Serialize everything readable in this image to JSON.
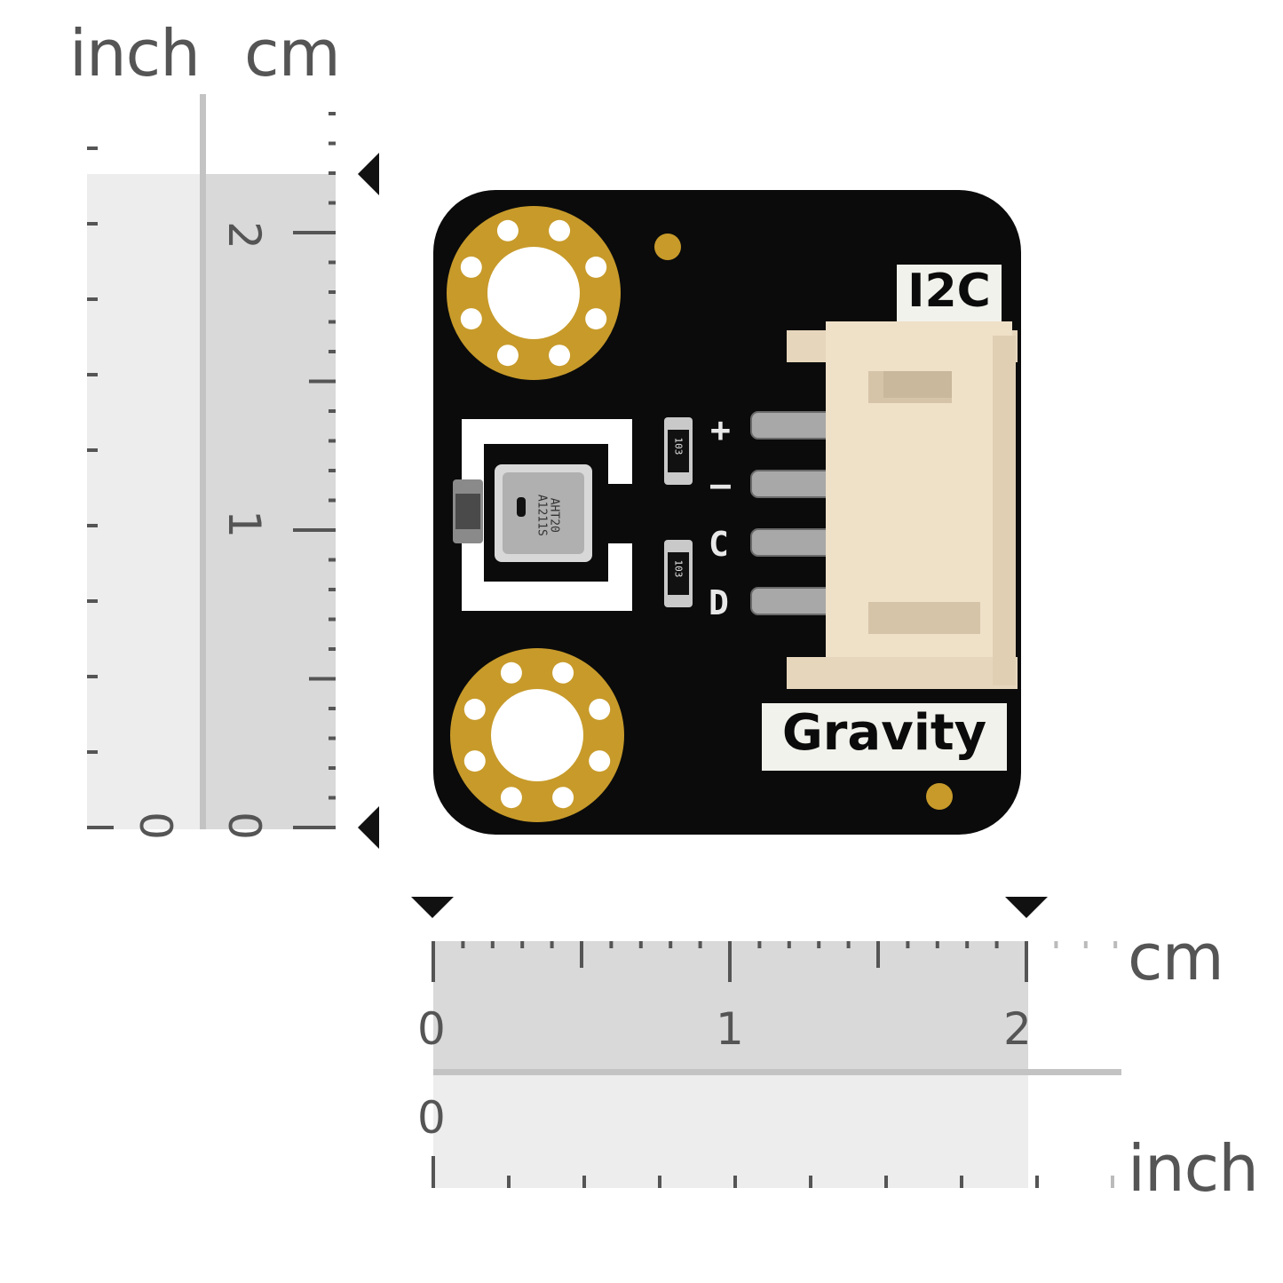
{
  "vertical_ruler": {
    "unit_inch": "inch",
    "unit_cm": "cm",
    "inch_labels": [
      "0"
    ],
    "cm_labels": [
      "0",
      "1",
      "2"
    ]
  },
  "horizontal_ruler": {
    "unit_cm": "cm",
    "unit_inch": "inch",
    "cm_labels": [
      "0",
      "1",
      "2"
    ],
    "inch_labels": [
      "0"
    ]
  },
  "board": {
    "title_label": "I2C",
    "brand_label": "Gravity",
    "pins": [
      "+",
      "–",
      "C",
      "D"
    ],
    "resistor_code": "103",
    "sensor_text_line1": "AHT20",
    "sensor_text_line2": "A1211S"
  },
  "colors": {
    "ruler_dark": "#d9d9d9",
    "ruler_light": "#ededed",
    "pcb": "#0b0b0b",
    "gold": "#c79a2a",
    "connector": "#efe0c8"
  }
}
